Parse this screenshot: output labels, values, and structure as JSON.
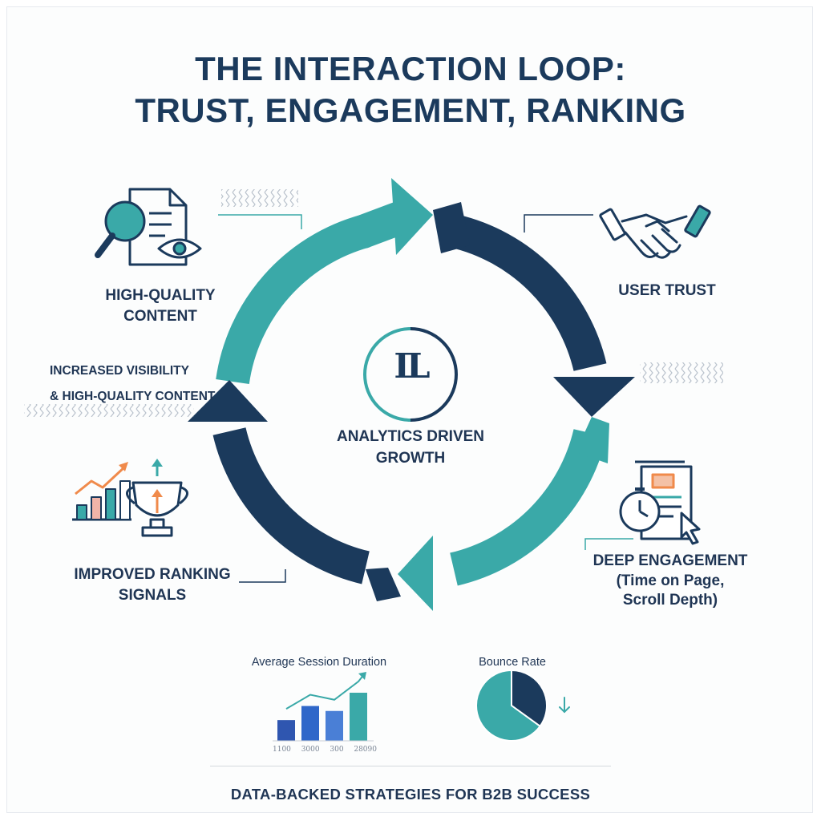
{
  "title": {
    "line1": "THE INTERACTION LOOP:",
    "line2": "TRUST, ENGAGEMENT, RANKING"
  },
  "loop": {
    "steps": [
      {
        "label": "HIGH-QUALITY\nCONTENT",
        "icon": "document-magnifier-eye-icon"
      },
      {
        "label": "USER TRUST",
        "icon": "handshake-icon"
      },
      {
        "label": "DEEP ENGAGEMENT\n(Time on Page,\nScroll Depth)",
        "icon": "stopwatch-document-cursor-icon"
      },
      {
        "label": "IMPROVED RANKING\nSIGNALS",
        "icon": "trophy-growth-chart-icon"
      }
    ],
    "feedback_line1": "INCREASED VISIBILITY",
    "feedback_line2": "& HIGH-QUALITY CONTENT",
    "center_logo": "IL",
    "center_label": "ANALYTICS DRIVEN\nGROWTH"
  },
  "colors": {
    "teal": "#3aa9a8",
    "navy": "#1b3a5c",
    "orange": "#f08a4b",
    "pink": "#f1b4a8",
    "blue": "#2f67c9"
  },
  "mini_charts": {
    "session": {
      "title": "Average Session Duration",
      "type": "bar",
      "categories": [
        "1100",
        "3000",
        "300",
        "28090"
      ],
      "values": [
        2.5,
        4.2,
        3.6,
        5.8
      ]
    },
    "bounce": {
      "title": "Bounce Rate",
      "type": "pie",
      "slices": [
        {
          "value": 35,
          "color": "#1b3a5c"
        },
        {
          "value": 65,
          "color": "#3aa9a8"
        }
      ],
      "trend_icon": "down-arrow-icon"
    }
  },
  "footer": "DATA-BACKED STRATEGIES FOR B2B SUCCESS"
}
